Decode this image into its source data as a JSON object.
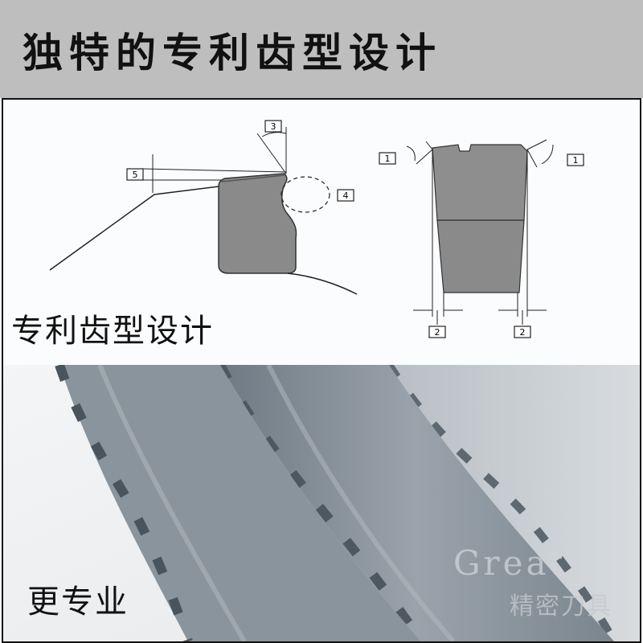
{
  "header": {
    "title": "独特的专利齿型设计"
  },
  "diagram": {
    "callouts": {
      "c1a": "1",
      "c1b": "1",
      "c2a": "2",
      "c2b": "2",
      "c3": "3",
      "c4": "4",
      "c5": "5"
    }
  },
  "captions": {
    "design": "专利齿型设计",
    "pro": "更专业"
  },
  "watermark": {
    "brand": "Great",
    "cn": "精密刀具"
  },
  "colors": {
    "header_bg": "#bebebe",
    "tooth_fill": "#8a8a8a",
    "blade": "#7e8a94"
  }
}
